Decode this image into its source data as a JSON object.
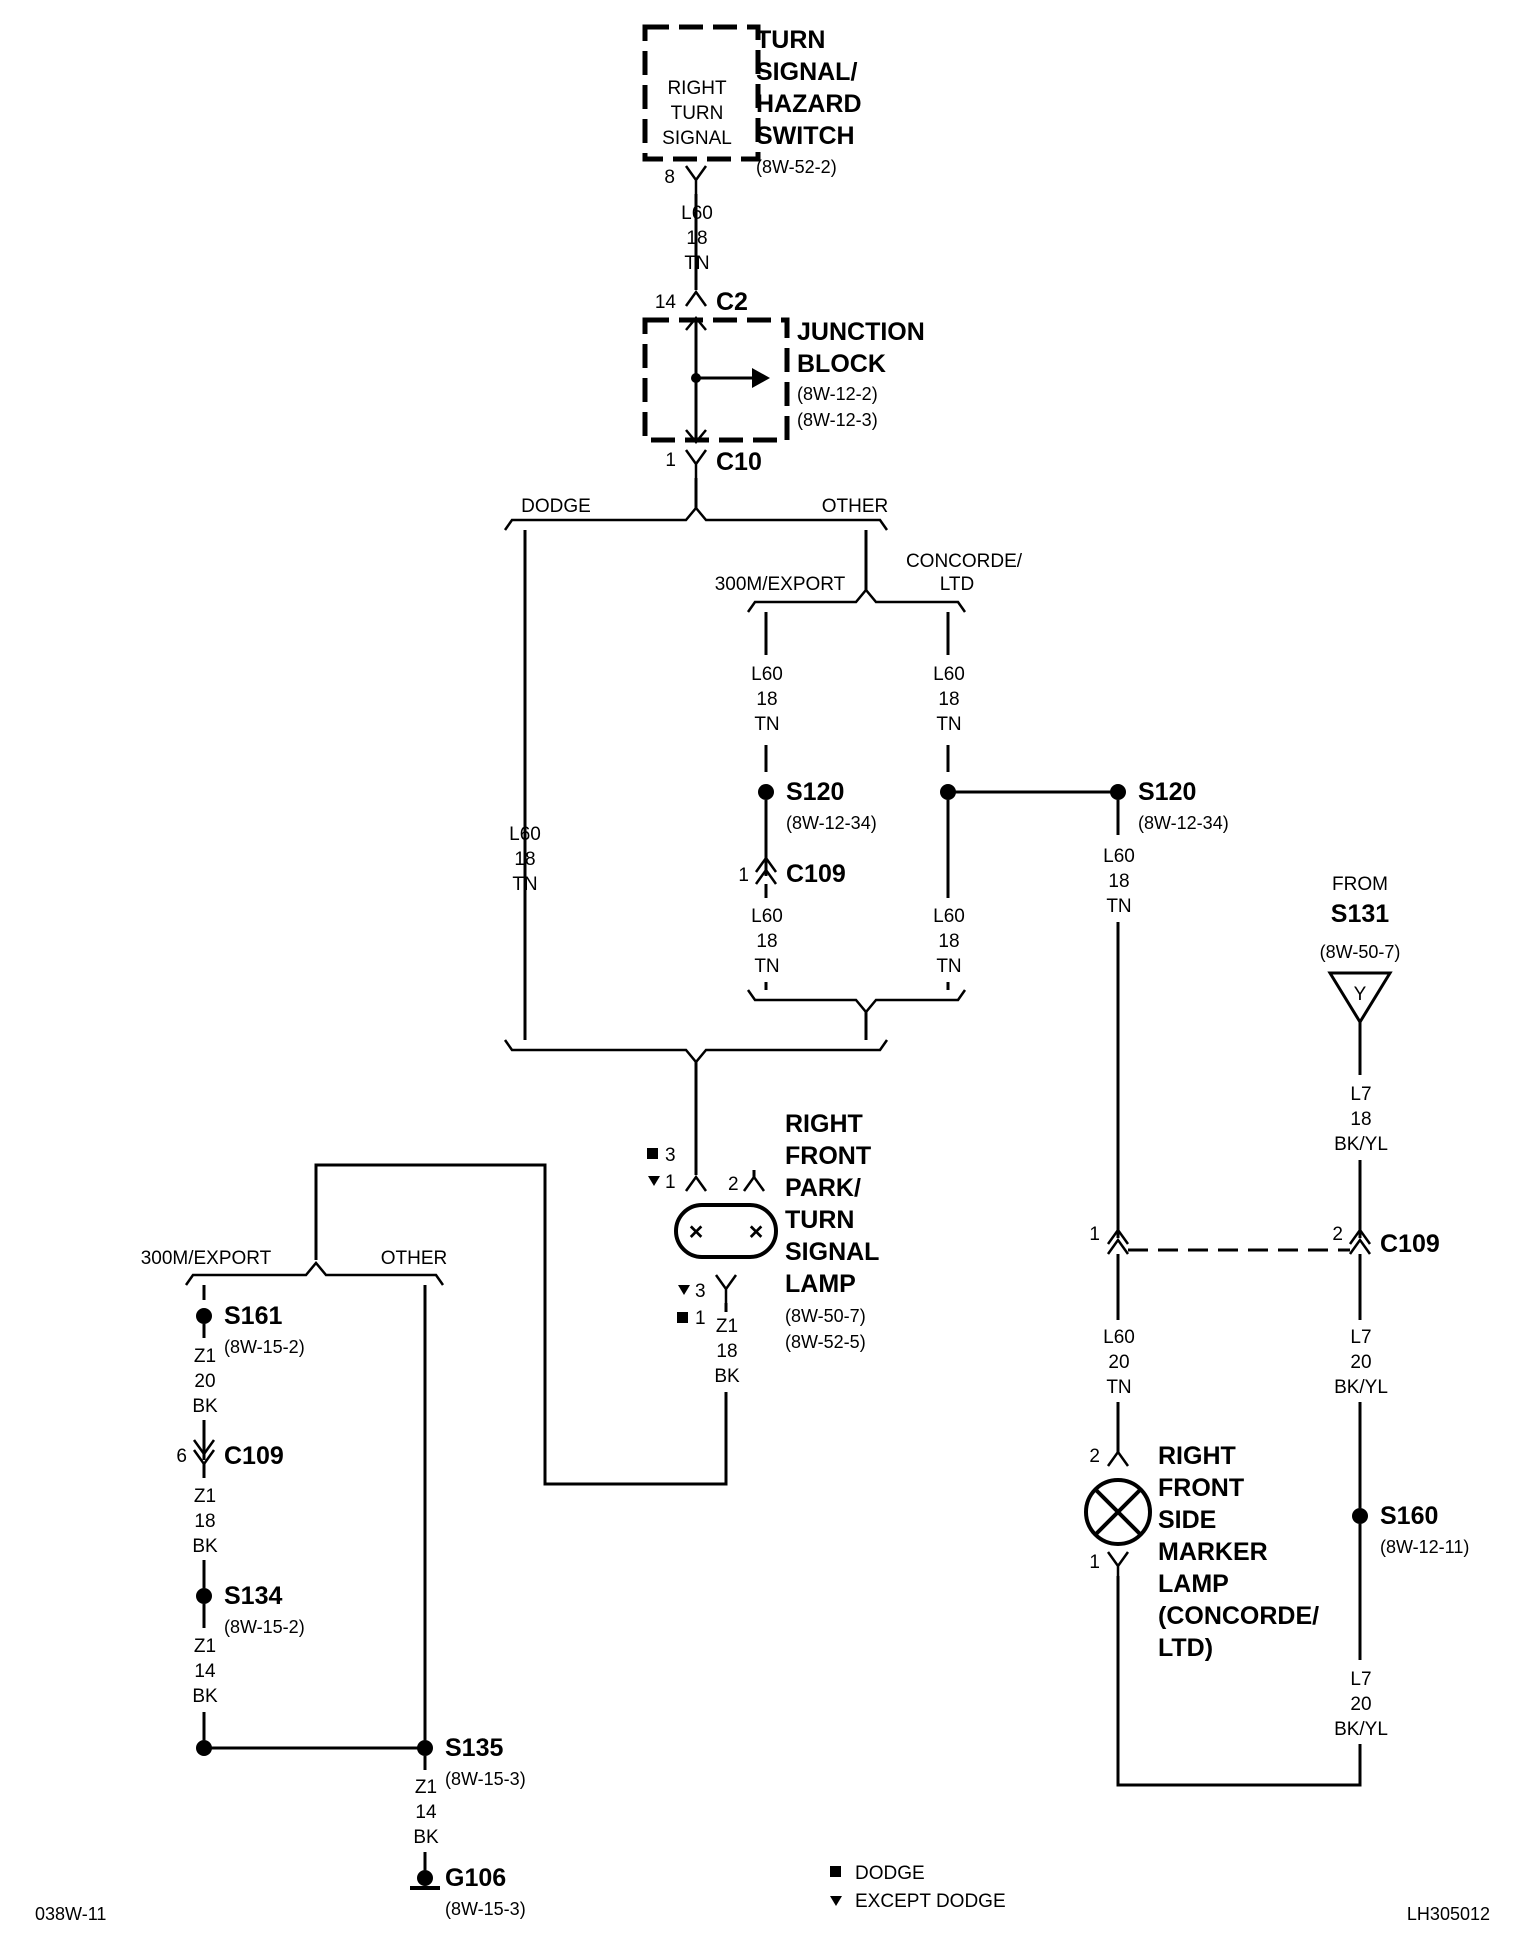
{
  "components": {
    "switch": {
      "inner": [
        "RIGHT",
        "TURN",
        "SIGNAL"
      ],
      "title": [
        "TURN",
        "SIGNAL/",
        "HAZARD",
        "SWITCH"
      ],
      "ref": "(8W-52-2)",
      "pin": "8"
    },
    "junction_block": {
      "title": [
        "JUNCTION",
        "BLOCK"
      ],
      "refs": [
        "(8W-12-2)",
        "(8W-12-3)"
      ],
      "top_connector": "C2",
      "top_pin": "14",
      "bottom_connector": "C10",
      "bottom_pin": "1"
    },
    "park_lamp": {
      "title": [
        "RIGHT",
        "FRONT",
        "PARK/",
        "TURN",
        "SIGNAL",
        "LAMP"
      ],
      "refs": [
        "(8W-50-7)",
        "(8W-52-5)"
      ],
      "pin_dodge_top": "3",
      "pin_except_top": "1",
      "pin_right_top": "2",
      "pin_except_bottom": "3",
      "pin_dodge_bottom": "1"
    },
    "side_marker": {
      "title": [
        "RIGHT",
        "FRONT",
        "SIDE",
        "MARKER",
        "LAMP",
        "(CONCORDE/",
        "LTD)"
      ],
      "pin_top": "2",
      "pin_bottom": "1"
    },
    "from_source": {
      "label": "FROM",
      "splice": "S131",
      "ref": "(8W-50-7)",
      "symbol": "Y"
    }
  },
  "options": {
    "dodge": "DODGE",
    "other": "OTHER",
    "export": "300M/EXPORT",
    "concorde": [
      "CONCORDE/",
      "LTD"
    ]
  },
  "wires": {
    "l60_18_tn": [
      "L60",
      "18",
      "TN"
    ],
    "l60_20_tn": [
      "L60",
      "20",
      "TN"
    ],
    "l7_18_bkyl": [
      "L7",
      "18",
      "BK/YL"
    ],
    "l7_20_bkyl": [
      "L7",
      "20",
      "BK/YL"
    ],
    "z1_18_bk": [
      "Z1",
      "18",
      "BK"
    ],
    "z1_20_bk": [
      "Z1",
      "20",
      "BK"
    ],
    "z1_14_bk": [
      "Z1",
      "14",
      "BK"
    ]
  },
  "splices": {
    "s120_left": {
      "name": "S120",
      "ref": "(8W-12-34)"
    },
    "s120_right": {
      "name": "S120",
      "ref": "(8W-12-34)"
    },
    "s161": {
      "name": "S161",
      "ref": "(8W-15-2)"
    },
    "s134": {
      "name": "S134",
      "ref": "(8W-15-2)"
    },
    "s135": {
      "name": "S135",
      "ref": "(8W-15-3)"
    },
    "s160": {
      "name": "S160",
      "ref": "(8W-12-11)"
    }
  },
  "connectors": {
    "c109_mid": {
      "name": "C109",
      "pin": "1"
    },
    "c109_ground": {
      "name": "C109",
      "pin": "6"
    },
    "c109_right": {
      "name": "C109",
      "pin_left": "1",
      "pin_right": "2"
    }
  },
  "ground": {
    "name": "G106",
    "ref": "(8W-15-3)"
  },
  "legend": {
    "dodge": "DODGE",
    "except_dodge": "EXCEPT DODGE"
  },
  "page_codes": {
    "left": "038W-11",
    "right": "LH305012"
  }
}
